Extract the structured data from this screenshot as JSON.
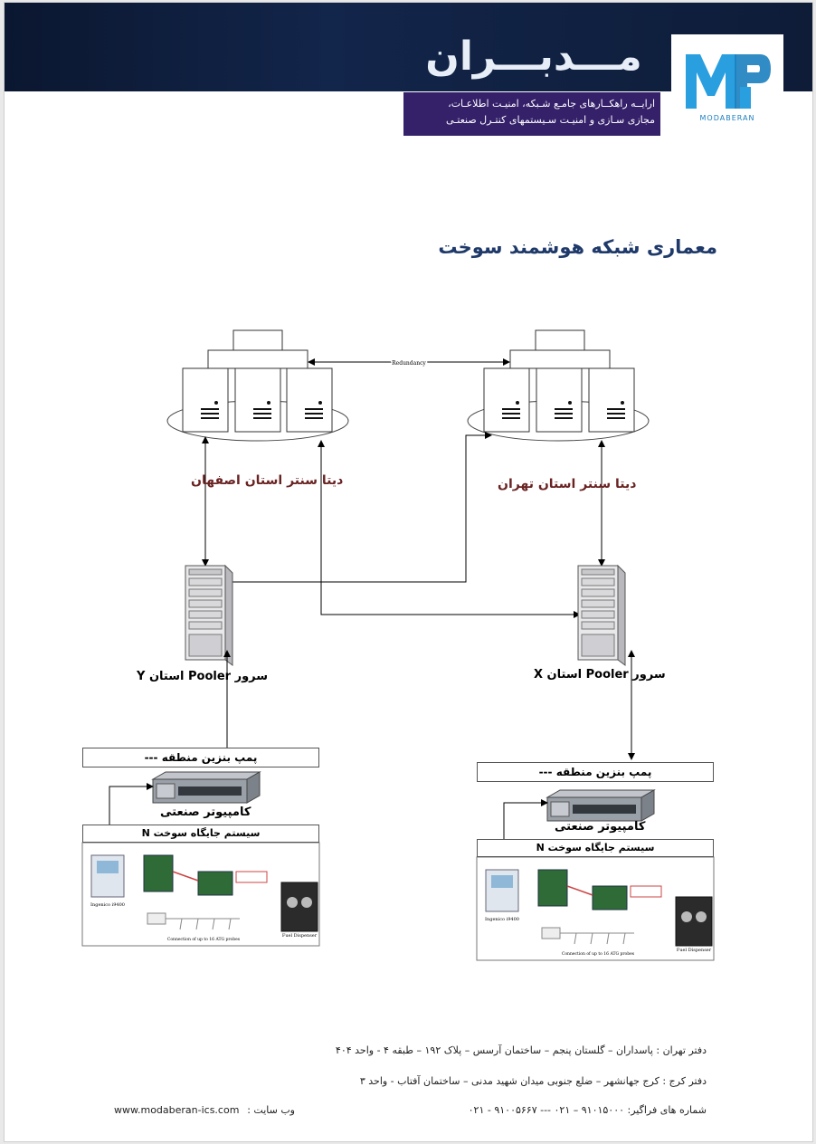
{
  "header": {
    "brand_title": "مـــدبـــران",
    "tagline_line1": "ارایــه راهکــارهای جامـع شـبکه، امنیـت اطلاعـات،",
    "tagline_line2": "مجازی سـازی و امنیـت سـیستمهای کنتـرل صنعتـی",
    "logo_caption": "MODABERAN",
    "brand_color": "#1b7fbf"
  },
  "document": {
    "title": "معماری شبکه هوشمند سوخت"
  },
  "diagram": {
    "redundancy_label": "Redundancy",
    "datacenter_left": "دیتا سنتر استان اصفهان",
    "datacenter_right": "دیتا سنتر استان تهران",
    "server_left": "سرور Pooler استان Y",
    "server_right": "سرور Pooler استان X",
    "station_left": "پمپ بنزین منطقه ---",
    "station_right": "پمپ بنزین منطقه ---",
    "industrial_pc": "کامپیوتر صنعتی",
    "fuel_system": "سیستم جایگاه سوخت N",
    "panel_ingenico": "Ingenico i9400",
    "panel_dispenser": "Fuel Dispenser",
    "panel_probes": "Connection of up to 16 ATG probes"
  },
  "footer": {
    "tehran_office": "دفتر تهران : پاسداران – گلستان پنجم – ساختمان آرسس – پلاک ۱۹۲ – طبقه ۴ - واحد ۴۰۴",
    "karaj_office": "دفتر کرج : کرج جهانشهر – ضلع جنوبی میدان شهید مدنی – ساختمان آفتاب - واحد ۳",
    "phones": "شماره های فراگیر: ۹۱۰۱۵۰۰۰ – ۰۲۱ --- ۹۱۰۰۵۶۶۷ - ۰۲۱",
    "website_label": "وب سایت :",
    "website": "www.modaberan-ics.com"
  }
}
